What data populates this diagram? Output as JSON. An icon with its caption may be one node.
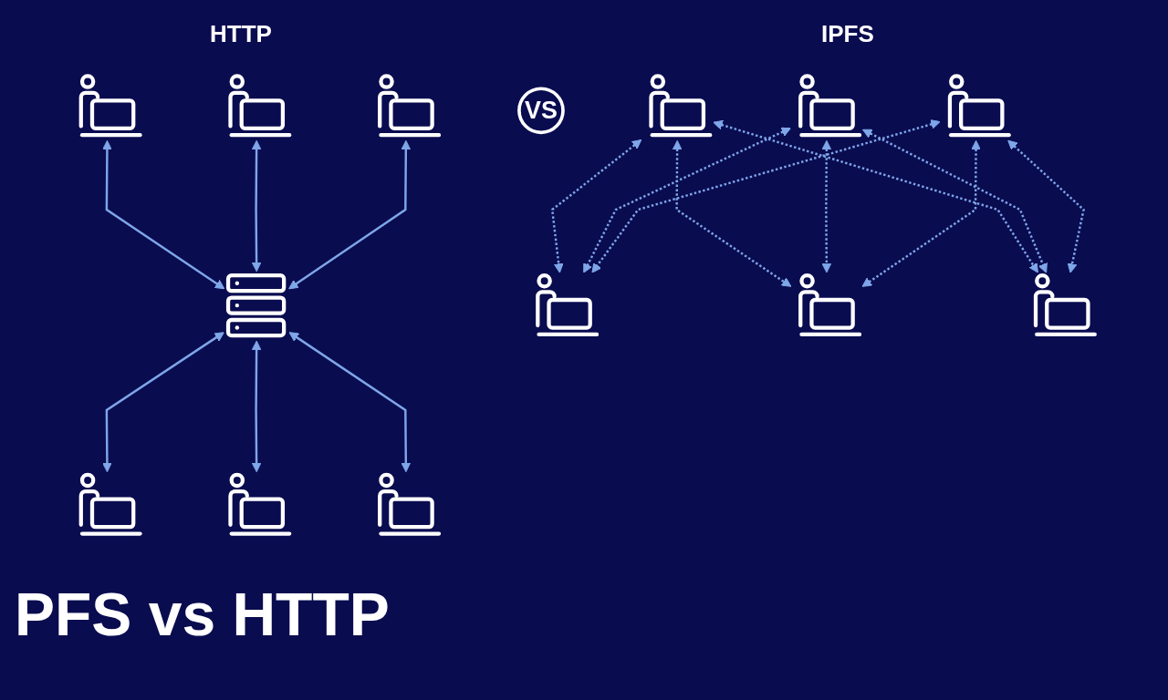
{
  "diagram": {
    "title": "PFS vs HTTP",
    "nodes": [
      {
        "text": [],
        "shape": "person"
      },
      {
        "text": [],
        "shape": "person"
      },
      {
        "text": [],
        "shape": "person"
      },
      {
        "text": [],
        "shape": "server"
      },
      {
        "text": [],
        "shape": "person"
      },
      {
        "text": [],
        "shape": "person"
      },
      {
        "text": [],
        "shape": "person"
      },
      {
        "text": [
          "VS"
        ]
      },
      {
        "text": [],
        "shape": "person"
      },
      {
        "text": [],
        "shape": "person"
      },
      {
        "text": [],
        "shape": "person"
      },
      {
        "text": [],
        "shape": "person"
      },
      {
        "text": [],
        "shape": "person"
      },
      {
        "text": [],
        "shape": "person"
      }
    ],
    "edges": [
      {
        "from": 0,
        "to": 3,
        "arrow": "both"
      },
      {
        "from": 1,
        "to": 3,
        "arrow": "both"
      },
      {
        "from": 2,
        "to": 3,
        "arrow": "both"
      },
      {
        "from": 3,
        "to": 4,
        "arrow": "both"
      },
      {
        "from": 3,
        "to": 5,
        "arrow": "both"
      },
      {
        "from": 3,
        "to": 6,
        "arrow": "both"
      },
      {
        "from": 8,
        "to": 9,
        "arrow": "both",
        "style": "dashed"
      },
      {
        "from": 8,
        "to": 10,
        "arrow": "both",
        "style": "dashed"
      },
      {
        "from": 8,
        "to": 13,
        "arrow": "both",
        "style": "dashed"
      },
      {
        "from": 11,
        "to": 9,
        "arrow": "both",
        "style": "dashed"
      },
      {
        "from": 11,
        "to": 10,
        "arrow": "both",
        "style": "dashed"
      },
      {
        "from": 11,
        "to": 13,
        "arrow": "both",
        "style": "dashed"
      },
      {
        "from": 12,
        "to": 10,
        "arrow": "both",
        "style": "dashed"
      },
      {
        "from": 12,
        "to": 13,
        "arrow": "both",
        "style": "dashed"
      },
      {
        "from": 12,
        "to": 9,
        "arrow": "both",
        "style": "dashed"
      }
    ],
    "labels": [
      "HTTP",
      "IPFS"
    ]
  }
}
